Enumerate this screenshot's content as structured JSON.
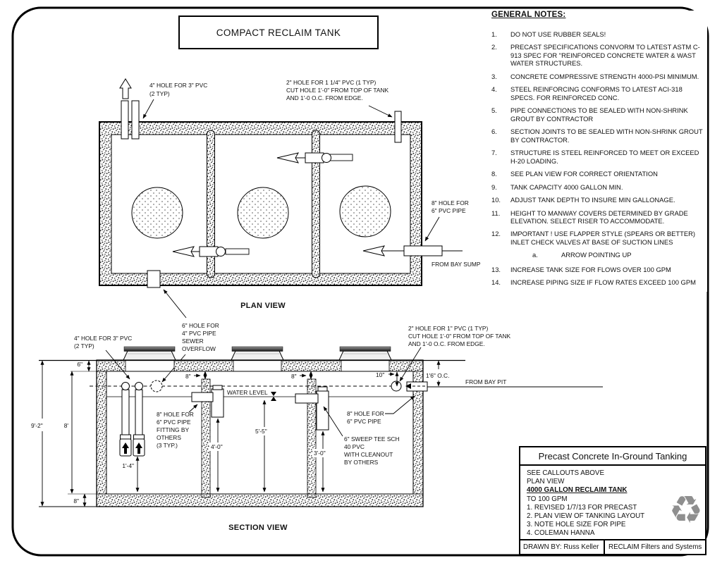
{
  "page": {
    "drawing_title": "COMPACT RECLAIM TANK",
    "plan_view_label": "PLAN VIEW",
    "section_view_label": "SECTION VIEW"
  },
  "notes": {
    "heading": "GENERAL NOTES:",
    "items": [
      {
        "num": "1.",
        "text": "DO NOT USE RUBBER SEALS!"
      },
      {
        "num": "2.",
        "text": "PRECAST SPECIFICATIONS CONVORM TO LATEST ASTM C-913 SPEC FOR \"REINFORCED CONCRETE WATER & WAST WATER STRUCTURES."
      },
      {
        "num": "3.",
        "text": "CONCRETE COMPRESSIVE STRENGTH 4000-PSI MINIMUM."
      },
      {
        "num": "4.",
        "text": "STEEL REINFORCING CONFORMS TO LATEST ACI-318 SPECS. FOR REINFORCED CONC."
      },
      {
        "num": "5.",
        "text": "PIPE CONNECTIONS TO BE SEALED WITH NON-SHRINK GROUT BY CONTRACTOR"
      },
      {
        "num": "6.",
        "text": "SECTION JOINTS TO BE SEALED WITH NON-SHRINK GROUT BY CONTRACTOR."
      },
      {
        "num": "7.",
        "text": "STRUCTURE IS STEEL REINFORCED TO MEET OR EXCEED H-20 LOADING."
      },
      {
        "num": "8.",
        "text": "SEE PLAN VIEW FOR CORRECT ORIENTATION"
      },
      {
        "num": "9.",
        "text": "TANK CAPACITY 4000 GALLON MIN."
      },
      {
        "num": "10.",
        "text": "ADJUST TANK DEPTH TO INSURE MIN GALLONAGE."
      },
      {
        "num": "11.",
        "text": "HEIGHT TO MANWAY COVERS DETERMINED BY GRADE ELEVATION.  SELECT RISER TO ACCOMMODATE."
      },
      {
        "num": "12.",
        "text": "IMPORTANT !  USE FLAPPER STYLE (SPEARS OR BETTER) INLET CHECK VALVES AT BASE OF SUCTION LINES"
      },
      {
        "num": "a.",
        "text": "ARROW POINTING UP"
      },
      {
        "num": "13.",
        "text": "INCREASE TANK SIZE FOR FLOWS OVER 100 GPM"
      },
      {
        "num": "14.",
        "text": "INCREASE PIPING SIZE  IF FLOW RATES EXCEED 100 GPM"
      }
    ]
  },
  "plan": {
    "callout_pvc3": [
      "4\" HOLE FOR 3\" PVC",
      "(2 TYP)"
    ],
    "callout_pvc114": [
      "2\" HOLE FOR 1 1/4\" PVC (1 TYP)",
      "CUT HOLE  1'-0\" FROM TOP OF TANK",
      "AND 1'-0 O.C. FROM EDGE."
    ],
    "callout_hole8": [
      "8\" HOLE FOR",
      "6\" PVC PIPE"
    ],
    "from_bay_sump": "FROM BAY SUMP",
    "callout_overflow": [
      "6\" HOLE FOR",
      "4\" PVC PIPE",
      "SEWER",
      "OVERFLOW"
    ]
  },
  "section": {
    "callout_pvc3": [
      "4\" HOLE FOR 3\" PVC",
      "(2 TYP)"
    ],
    "callout_pvc1": [
      "2\" HOLE FOR 1\" PVC (1 TYP)",
      "CUT HOLE  1'-0\" FROM TOP OF TANK",
      "AND 1'-0 O.C. FROM EDGE."
    ],
    "callout_fitting": [
      "8\" HOLE FOR",
      "6\" PVC PIPE",
      "FITTING BY",
      "OTHERS",
      "(3 TYP.)"
    ],
    "callout_hole8": [
      "8\" HOLE FOR",
      "6\" PVC PIPE"
    ],
    "callout_sweep": [
      "6\" SWEEP TEE SCH",
      "40 PVC",
      "WITH CLEANOUT",
      "BY OTHERS"
    ],
    "water_level": "WATER LEVEL",
    "from_bay_pit": "FROM BAY PIT",
    "dims": {
      "top_slab": "6\"",
      "overall": "9'-2\"",
      "inner_height": "8'",
      "bottom_slab": "8\"",
      "foot": "1'-4\"",
      "baffle1_drop": "4'-0\"",
      "water_depth": "5'-5\"",
      "baffle2_drop": "3'-0\"",
      "oc": "1'6\" O.C.",
      "hole_offset": "10\"",
      "gap1": "8\"",
      "gap2": "8\""
    }
  },
  "title_block": {
    "title": "Precast Concrete In-Ground Tanking",
    "line1": "SEE CALLOUTS ABOVE",
    "line2": "PLAN VIEW",
    "tank_name": "4000 GALLON RECLAIM TANK",
    "capacity": "TO 100 GPM",
    "revisions": [
      "1.  REVISED 1/7/13 FOR PRECAST",
      "2.  PLAN VIEW OF TANKING LAYOUT",
      "3.  NOTE HOLE SIZE FOR PIPE",
      "4.  COLEMAN HANNA"
    ],
    "drawn_by": "DRAWN BY:  Russ Keller",
    "company": "RECLAIM Filters and Systems",
    "recycle_glyph": "♻"
  }
}
